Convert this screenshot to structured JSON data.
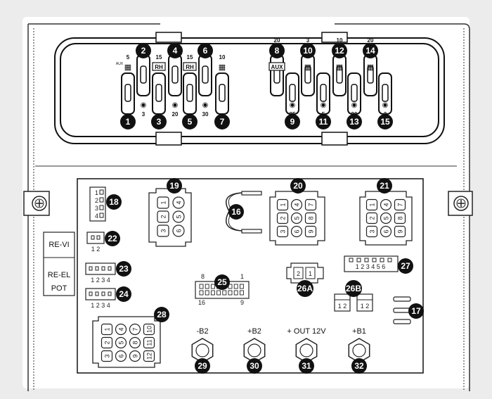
{
  "sidebox": {
    "line1": "RE-VI",
    "line2": "RE-EL",
    "line3": "POT"
  },
  "dip_switches": [
    {
      "id": "1",
      "top": "5",
      "top_sub": "AUX",
      "icon": "tap-icon",
      "bottom": "",
      "icon_below": ""
    },
    {
      "id": "2",
      "top": "",
      "icon": "",
      "bottom": "3",
      "icon_below": "thermostat-icon"
    },
    {
      "id": "3",
      "top": "15",
      "icon": "RH",
      "bottom": "",
      "icon_below": ""
    },
    {
      "id": "4",
      "top": "",
      "icon": "",
      "bottom": "20",
      "icon_below": "timer-icon"
    },
    {
      "id": "5",
      "top": "15",
      "icon": "RH",
      "bottom": "",
      "icon_below": ""
    },
    {
      "id": "6",
      "top": "",
      "icon": "",
      "bottom": "30",
      "icon_below": "fan-icon"
    },
    {
      "id": "7",
      "top": "10",
      "icon": "radiator-icon",
      "bottom": "",
      "icon_below": ""
    },
    {
      "id": "8",
      "top": "20",
      "icon": "AUX",
      "bottom": "",
      "icon_below": ""
    },
    {
      "id": "9",
      "top": "",
      "icon": "",
      "bottom": "25",
      "icon_below": "boost-icon"
    },
    {
      "id": "10",
      "top": "3",
      "icon": "flame-icon",
      "bottom": "",
      "icon_below": ""
    },
    {
      "id": "11",
      "top": "",
      "icon": "",
      "bottom": "5",
      "icon_below": "light-icon"
    },
    {
      "id": "12",
      "top": "10",
      "icon": "hood-icon",
      "bottom": "",
      "icon_below": ""
    },
    {
      "id": "13",
      "top": "",
      "icon": "",
      "bottom": "20",
      "icon_below": "bulb-icon"
    },
    {
      "id": "14",
      "top": "20",
      "icon": "gas-icon",
      "bottom": "",
      "icon_below": ""
    },
    {
      "id": "15",
      "top": "",
      "icon": "",
      "bottom": "3",
      "icon_below": "network-icon"
    }
  ],
  "connectors": {
    "c18": {
      "badge": "18",
      "pins": [
        "1",
        "2",
        "3",
        "4"
      ]
    },
    "c19": {
      "badge": "19",
      "pins": [
        "1",
        "4",
        "2",
        "5",
        "3",
        "6"
      ]
    },
    "c16": {
      "badge": "16"
    },
    "c20": {
      "badge": "20",
      "pins": [
        "1",
        "4",
        "7",
        "2",
        "5",
        "8",
        "3",
        "6",
        "9"
      ]
    },
    "c21": {
      "badge": "21",
      "pins": [
        "1",
        "4",
        "7",
        "2",
        "5",
        "8",
        "3",
        "6",
        "9"
      ]
    },
    "c22": {
      "badge": "22",
      "pins": "1 2"
    },
    "c23": {
      "badge": "23",
      "pins": "1 2 3 4"
    },
    "c24": {
      "badge": "24",
      "pins": "1 2 3 4"
    },
    "c25": {
      "badge": "25",
      "pin_8": "8",
      "pin_1": "1",
      "pin_16": "16",
      "pin_9": "9"
    },
    "c26a": {
      "badge": "26A",
      "pins": [
        "2",
        "1"
      ]
    },
    "c26b": {
      "badge": "26B",
      "pins_a": "1 2",
      "pins_b": "1 2"
    },
    "c27": {
      "badge": "27",
      "pins": "1 2 3 4 5 6"
    },
    "c17": {
      "badge": "17"
    },
    "c28": {
      "badge": "28",
      "pins": [
        "1",
        "4",
        "7",
        "10",
        "2",
        "5",
        "8",
        "11",
        "3",
        "6",
        "9",
        "12"
      ]
    }
  },
  "terminals": [
    {
      "badge": "29",
      "label": "-B2"
    },
    {
      "badge": "30",
      "label": "+B2"
    },
    {
      "badge": "31",
      "label": "+ OUT 12V"
    },
    {
      "badge": "32",
      "label": "+B1"
    }
  ]
}
